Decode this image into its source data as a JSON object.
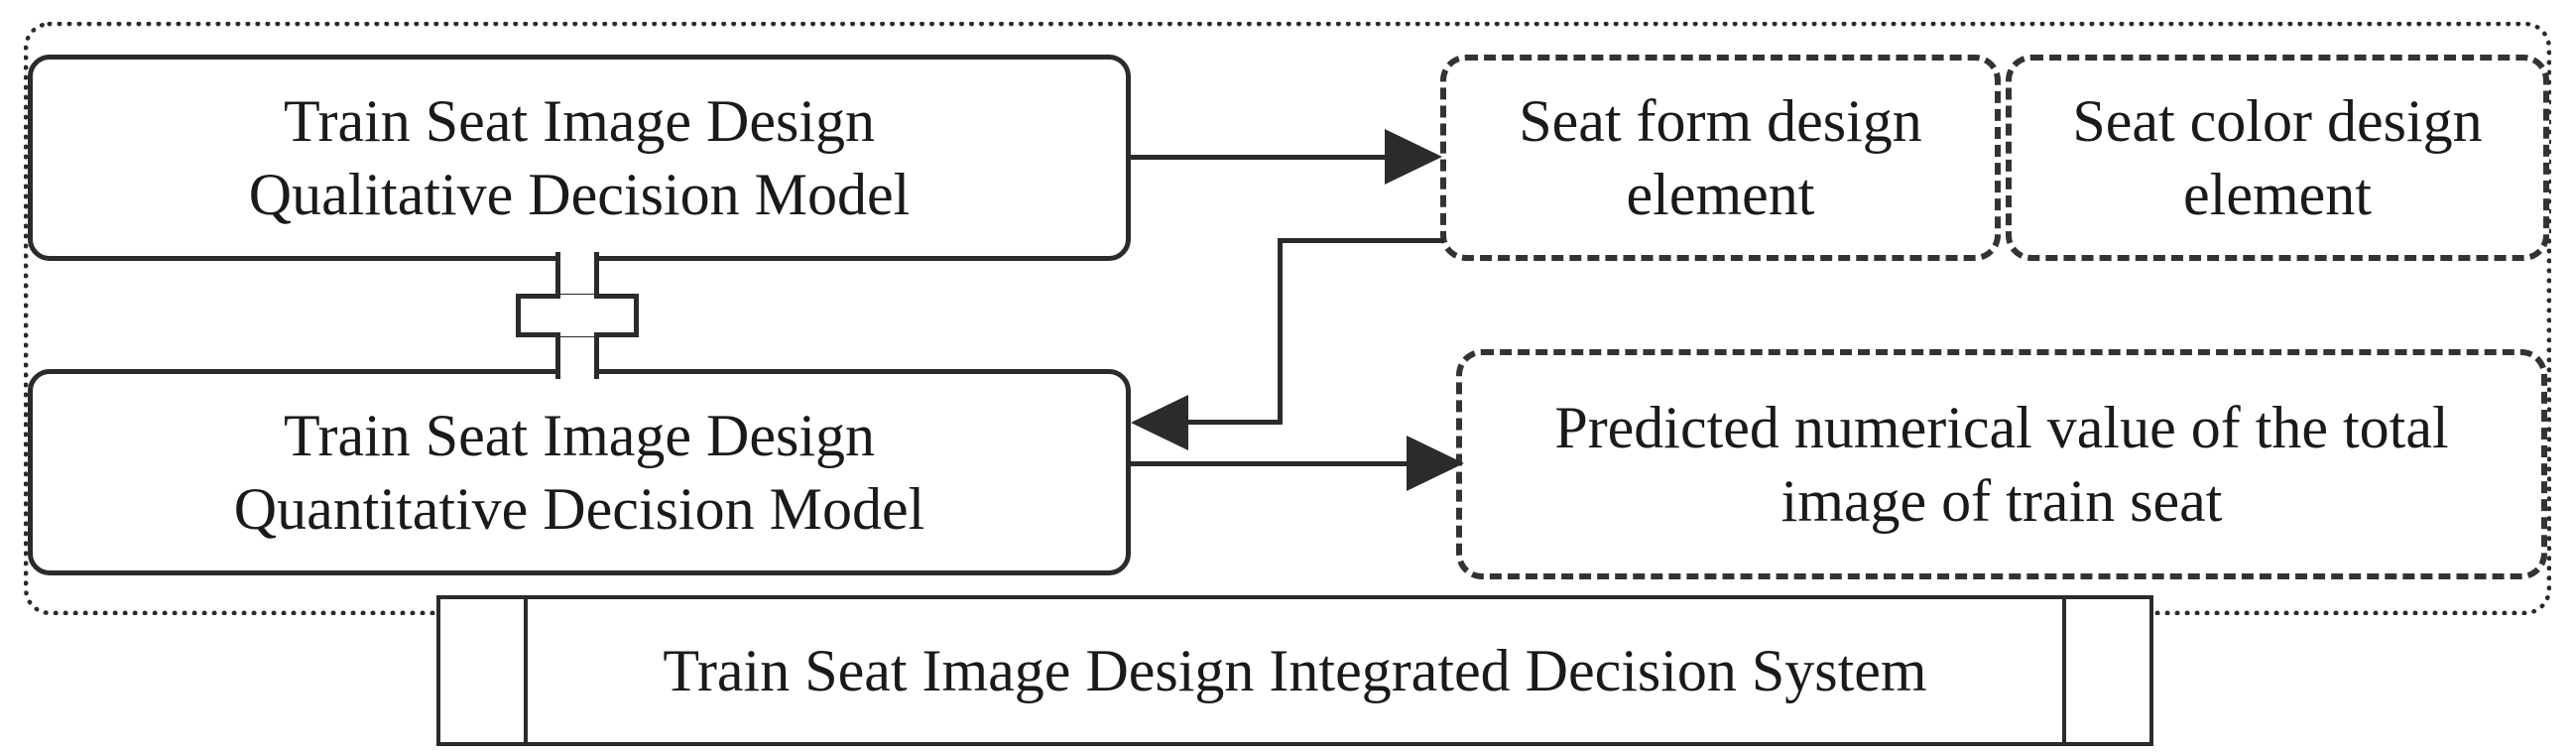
{
  "diagram": {
    "title": "Train Seat Image Design Integrated Decision System",
    "outer_container_name": "Train Seat Image Design Integrated Decision System",
    "colors": {
      "stroke": "#2b2b2b",
      "dashed_stroke": "#333333",
      "background": "#ffffff"
    },
    "models": [
      {
        "id": "qualitative",
        "line1": "Train Seat Image Design",
        "line2": "Qualitative Decision Model"
      },
      {
        "id": "quantitative",
        "line1": "Train Seat Image Design",
        "line2": "Quantitative Decision Model"
      }
    ],
    "outputs": [
      {
        "id": "seat-form",
        "line1": "Seat form",
        "line2": "design element"
      },
      {
        "id": "seat-color",
        "line1": "Seat color",
        "line2": "design element"
      },
      {
        "id": "predicted",
        "line1": "Predicted numerical value of the",
        "line2": "total image of train seat"
      }
    ],
    "connector_symbol": "plus",
    "banner_label": "Train Seat Image Design Integrated Decision System"
  }
}
